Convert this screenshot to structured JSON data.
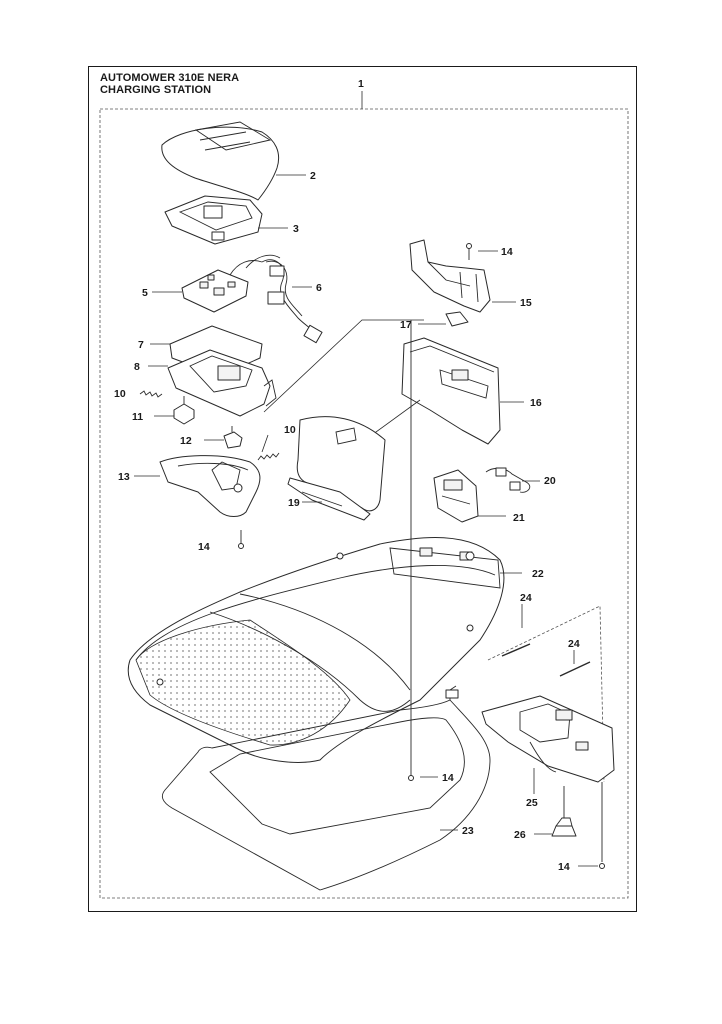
{
  "header": {
    "title_line1": "AUTOMOWER 310E NERA",
    "title_line2": "CHARGING STATION"
  },
  "callouts": [
    "1",
    "2",
    "3",
    "14",
    "5",
    "6",
    "15",
    "17",
    "7",
    "8",
    "16",
    "10",
    "11",
    "10",
    "12",
    "20",
    "13",
    "21",
    "19",
    "22",
    "14",
    "24",
    "24",
    "14",
    "25",
    "23",
    "26",
    "14"
  ]
}
